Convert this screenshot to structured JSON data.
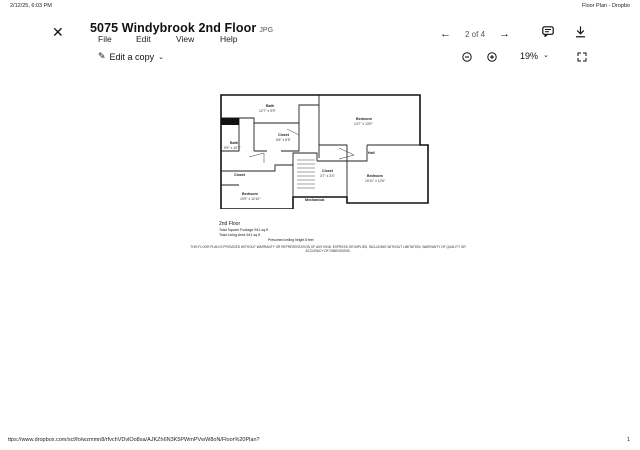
{
  "print_header": {
    "date": "2/12/25, 6:03 PM",
    "title": "Floor Plan - Dropbo"
  },
  "viewer": {
    "file_title": "5075 Windybrook 2nd Floor",
    "file_ext": "JPG",
    "menu": [
      "File",
      "Edit",
      "View",
      "Help"
    ],
    "pager": "2 of 4",
    "edit_copy": "Edit a copy",
    "zoom": "19%"
  },
  "floorplan": {
    "rooms": [
      {
        "name": "Bath",
        "dims": "12'7\" x 9'9\""
      },
      {
        "name": "Bedroom",
        "dims": "14'7\" x 13'9\""
      },
      {
        "name": "Closet",
        "dims": "6'6\" x 6'5\""
      },
      {
        "name": "Bath",
        "dims": "9'9\" x 10'1\""
      },
      {
        "name": "Hall",
        "dims": ""
      },
      {
        "name": "Closet",
        "dims": ""
      },
      {
        "name": "Closet",
        "dims": "3'7\" x 3'4\""
      },
      {
        "name": "Bedroom",
        "dims": "10'11\" x 12'6\""
      },
      {
        "name": "Bedroom",
        "dims": "10'9\" x 12'10\""
      },
      {
        "name": "Mechanical",
        "dims": ""
      }
    ],
    "floor_label": "2nd Floor",
    "total_square": "Total Square Footage 941 sq ft",
    "total_living": "Total Living Area 941 sq ft",
    "ceiling": "Presumed ceiling height 8 feet",
    "disclaimer": "THIS FLOOR PLAN IS PROVIDED WITHOUT WARRANTY OR REPRESENTATION OF ANY KIND, EXPRESS OR IMPLIED, INCLUDING WITHOUT LIMITATION, WARRANTY OF QUALITY OR ACCURACY OF DIMENSIONS."
  },
  "print_footer": {
    "url": "ttps://www.dropbox.com/scl/fo/wzmmn8/rfvchVDvlOo8sa/AJKZh6N3K5PWmPVwW8oN/Floor%20Plan?",
    "page": "1"
  }
}
